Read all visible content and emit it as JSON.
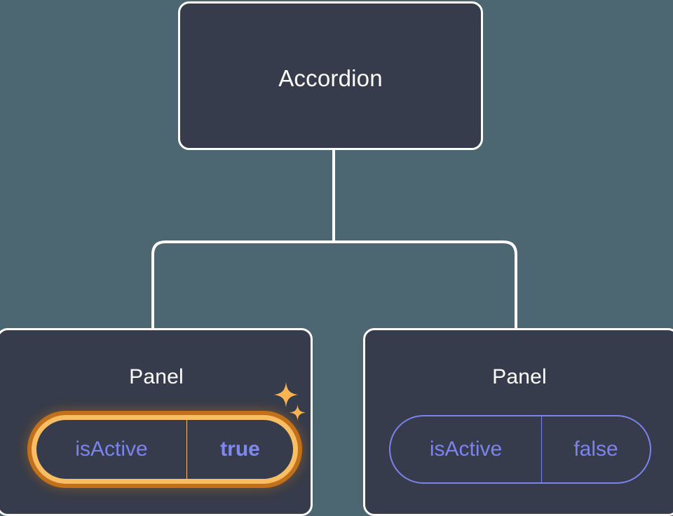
{
  "diagram": {
    "type": "component-tree",
    "background_color": "#4d6772",
    "node_fill_color": "#363c4b",
    "node_border_color": "#ffffff",
    "connector_color": "#ffffff",
    "accent_highlight_color": "#f9be63",
    "accent_glow_color": "#c2711a",
    "prop_text_color": "#7c83ee",
    "root": {
      "label": "Accordion"
    },
    "children": [
      {
        "label": "Panel",
        "highlighted": true,
        "prop": {
          "name": "isActive",
          "value": "true"
        },
        "sparkles": [
          "sparkle-icon-large",
          "sparkle-icon-small"
        ]
      },
      {
        "label": "Panel",
        "highlighted": false,
        "prop": {
          "name": "isActive",
          "value": "false"
        }
      }
    ]
  }
}
